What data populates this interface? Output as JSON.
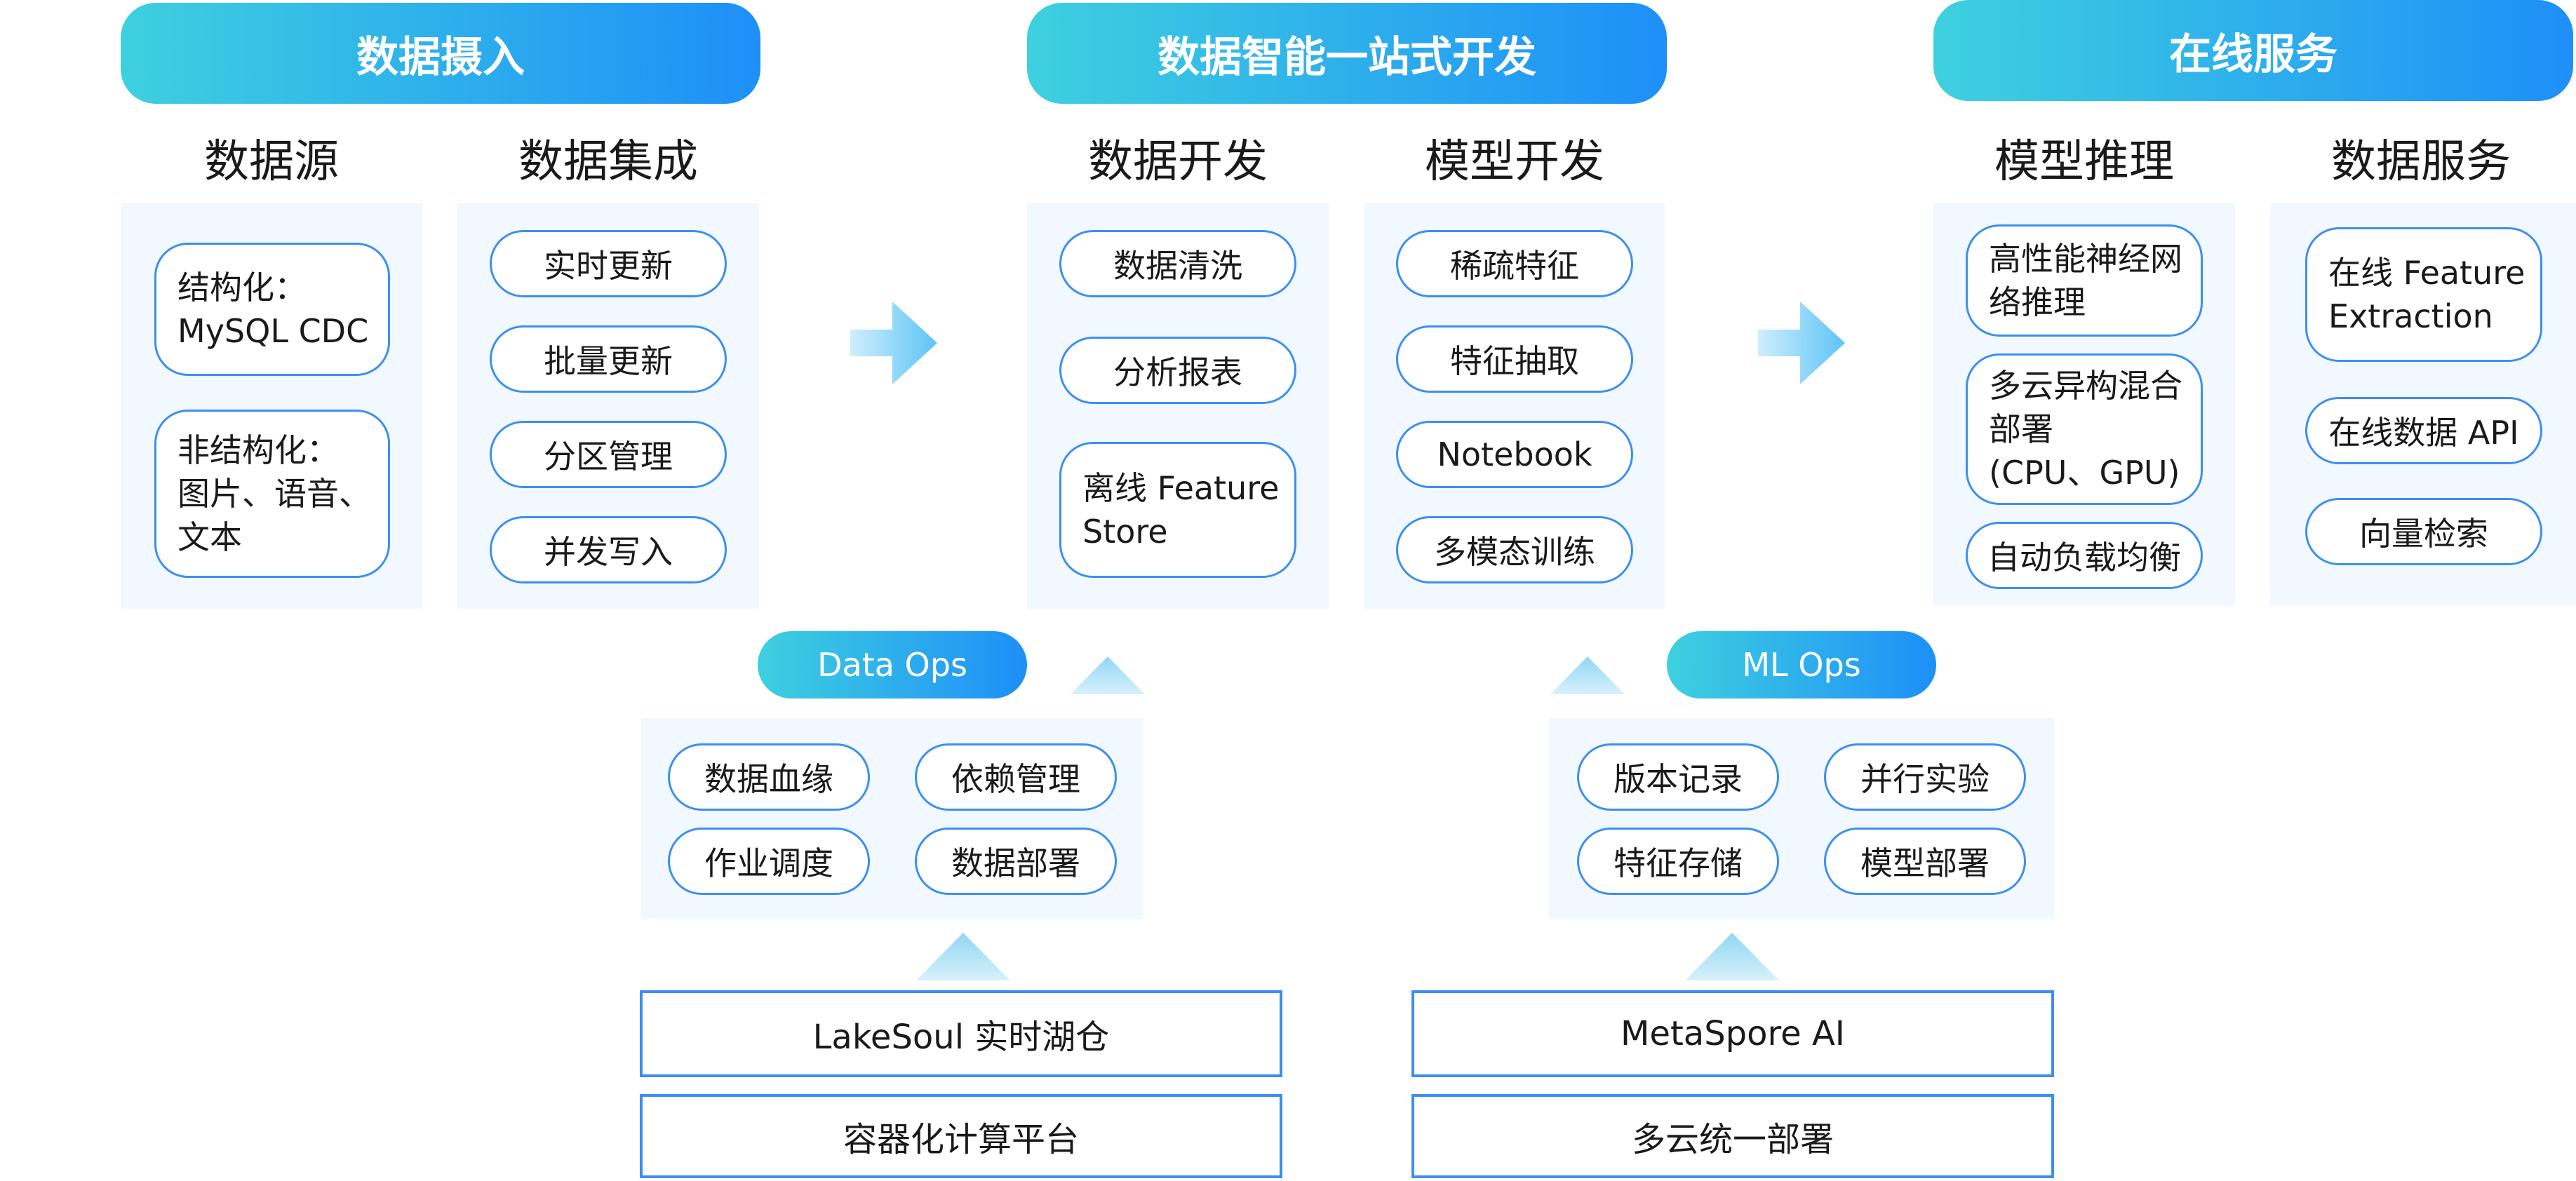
{
  "headers": {
    "ingest": "数据摄入",
    "dev": "数据智能一站式开发",
    "online": "在线服务"
  },
  "sections": {
    "source": {
      "title": "数据源",
      "items": [
        "结构化：\nMySQL CDC",
        "非结构化：\n图片、语音、\n文本"
      ]
    },
    "integration": {
      "title": "数据集成",
      "items": [
        "实时更新",
        "批量更新",
        "分区管理",
        "并发写入"
      ]
    },
    "data_dev": {
      "title": "数据开发",
      "items": [
        "数据清洗",
        "分析报表",
        "离线 Feature\nStore"
      ]
    },
    "model_dev": {
      "title": "模型开发",
      "items": [
        "稀疏特征",
        "特征抽取",
        "Notebook",
        "多模态训练"
      ]
    },
    "inference": {
      "title": "模型推理",
      "items": [
        "高性能神经网\n络推理",
        "多云异构混合\n部署\n(CPU、GPU)",
        "自动负载均衡"
      ]
    },
    "data_service": {
      "title": "数据服务",
      "items": [
        "在线 Feature\nExtraction",
        "在线数据 API",
        "向量检索"
      ]
    }
  },
  "dataops": {
    "label": "Data Ops",
    "items": [
      "数据血缘",
      "依赖管理",
      "作业调度",
      "数据部署"
    ]
  },
  "mlops": {
    "label": "ML Ops",
    "items": [
      "版本记录",
      "并行实验",
      "特征存储",
      "模型部署"
    ]
  },
  "foundation_left": [
    "LakeSoul 实时湖仓",
    "容器化计算平台"
  ],
  "foundation_right": [
    "MetaSpore AI",
    "多云统一部署"
  ],
  "colors": {
    "gradient_start": "#3ed0df",
    "gradient_end": "#1e8ff8",
    "border": "#3c8ff0",
    "panel_bg": "#f2f8ff"
  }
}
